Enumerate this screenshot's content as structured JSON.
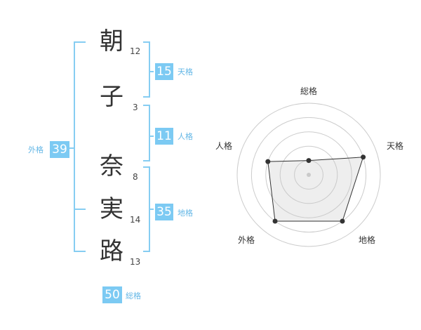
{
  "name": {
    "characters": [
      {
        "char": "朝",
        "strokes": "12"
      },
      {
        "char": "子",
        "strokes": "3"
      },
      {
        "char": "奈",
        "strokes": "8"
      },
      {
        "char": "実",
        "strokes": "14"
      },
      {
        "char": "路",
        "strokes": "13"
      }
    ]
  },
  "scores": {
    "tenkaku": {
      "value": "15",
      "label": "天格"
    },
    "jinkaku": {
      "value": "11",
      "label": "人格"
    },
    "chikaku": {
      "value": "35",
      "label": "地格"
    },
    "gaikaku": {
      "value": "39",
      "label": "外格"
    },
    "soukaku": {
      "value": "50",
      "label": "総格"
    }
  },
  "colors": {
    "accent": "#7ccaf3",
    "bracket": "#86cdf2",
    "label": "#64b7e6"
  },
  "chart_data": {
    "type": "radar",
    "axes": [
      "総格",
      "天格",
      "地格",
      "外格",
      "人格"
    ],
    "values": [
      1,
      4,
      4,
      4,
      3
    ],
    "rmax": 5,
    "rings": 5
  }
}
